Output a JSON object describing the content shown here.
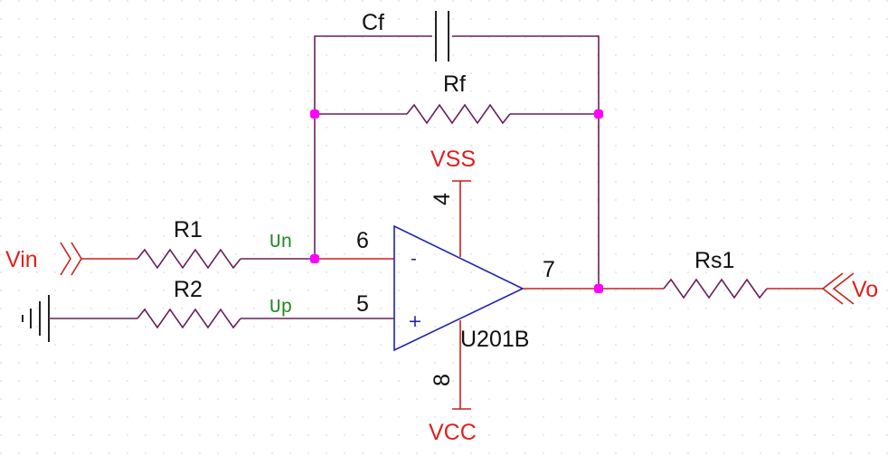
{
  "components": {
    "input_port": "Vin",
    "output_port": "Vo",
    "r1": "R1",
    "r2": "R2",
    "rf": "Rf",
    "cf": "Cf",
    "rs1": "Rs1",
    "opamp_ref": "U201B",
    "vss": "VSS",
    "vcc": "VCC"
  },
  "nets": {
    "inverting": "Un",
    "non_inverting": "Up"
  },
  "pins": {
    "inverting": "6",
    "non_inverting": "5",
    "output": "7",
    "vss": "4",
    "vcc": "8"
  },
  "opamp_signs": {
    "minus": "-",
    "plus": "+"
  },
  "colors": {
    "wire_red": "#c8201c",
    "wire_feedback": "#6a1f5a",
    "opamp_body": "#2020b8",
    "junction": "#ff00ff",
    "power_label": "#e0201c",
    "net_label": "#1f8a1f"
  }
}
